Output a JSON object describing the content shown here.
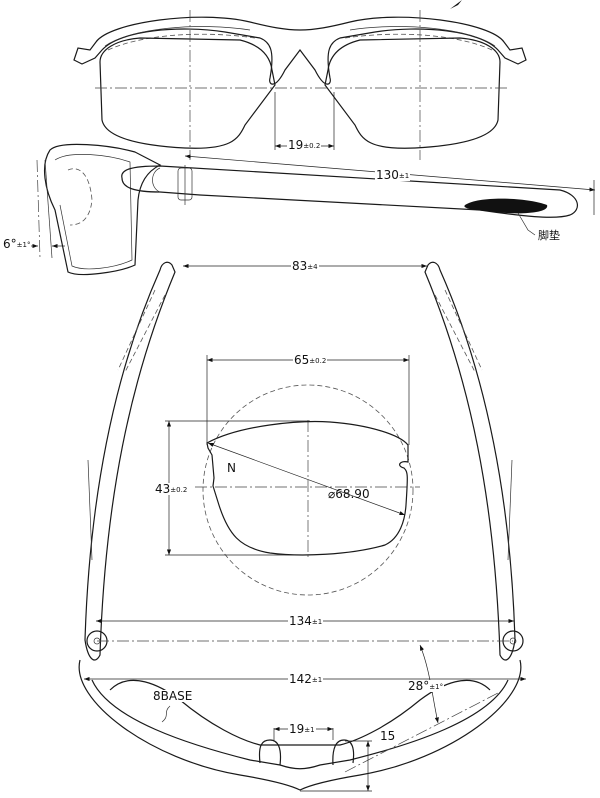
{
  "drawing": {
    "title_partial": "",
    "colors": {
      "line": "#1a1a1a",
      "background": "#ffffff",
      "earpad": "#111111"
    }
  },
  "front_view": {
    "bridge_width": {
      "value": "19",
      "tolerance": "±0.2"
    }
  },
  "side_view": {
    "temple_length": {
      "value": "130",
      "tolerance": "±1"
    },
    "pantoscopic_tilt": {
      "value": "6°",
      "tolerance": "±1°"
    },
    "earpad_label": "脚垫"
  },
  "top_view": {
    "temple_tip_span": {
      "value": "83",
      "tolerance": "±4"
    },
    "hinge_span": {
      "value": "134",
      "tolerance": "±1"
    },
    "frame_width": {
      "value": "142",
      "tolerance": "±1"
    },
    "wrap_angle": {
      "value": "28°",
      "tolerance": "±1°"
    },
    "base_curve": "8BASE",
    "nosepad_spacing": {
      "value": "19",
      "tolerance": "±1"
    },
    "frame_depth": {
      "value": "15"
    }
  },
  "lens_detail": {
    "lens_width": {
      "value": "65",
      "tolerance": "±0.2"
    },
    "lens_height": {
      "value": "43",
      "tolerance": "±0.2"
    },
    "diagonal": "⌀68.90",
    "nasal_marker": "N"
  }
}
